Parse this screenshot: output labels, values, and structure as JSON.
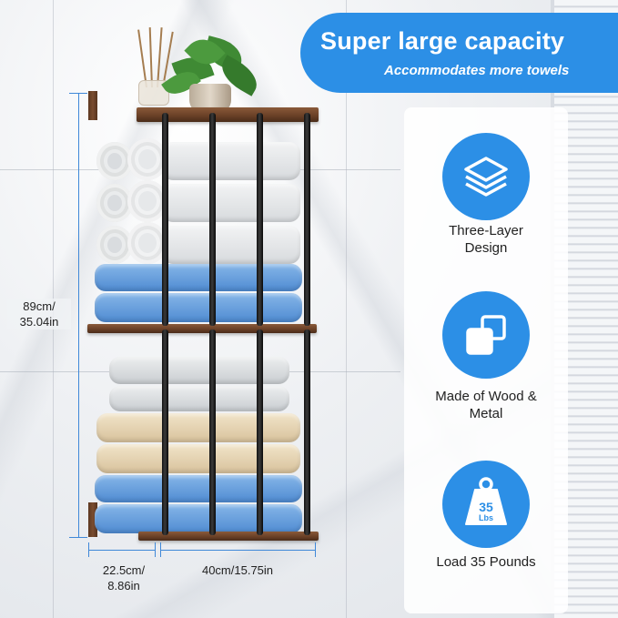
{
  "headline": {
    "title": "Super large capacity",
    "subtitle": "Accommodates more towels"
  },
  "features": [
    {
      "icon": "layers-icon",
      "label_line1": "Three-Layer",
      "label_line2": "Design"
    },
    {
      "icon": "overlapping-squares-icon",
      "label_line1": "Made of Wood &",
      "label_line2": "Metal"
    },
    {
      "icon": "weight-icon",
      "weight_value": "35",
      "weight_unit": "Lbs",
      "label_line1": "Load 35 Pounds",
      "label_line2": ""
    }
  ],
  "dimensions": {
    "height_line1": "89cm/",
    "height_line2": "35.04in",
    "depth_line1": "22.5cm/",
    "depth_line2": "8.86in",
    "width": "40cm/15.75in"
  },
  "colors": {
    "accent_blue": "#2c8fe6",
    "dimension_blue": "#3f88d8",
    "wood_brown": "#6b4127",
    "rod_black": "#111111"
  }
}
